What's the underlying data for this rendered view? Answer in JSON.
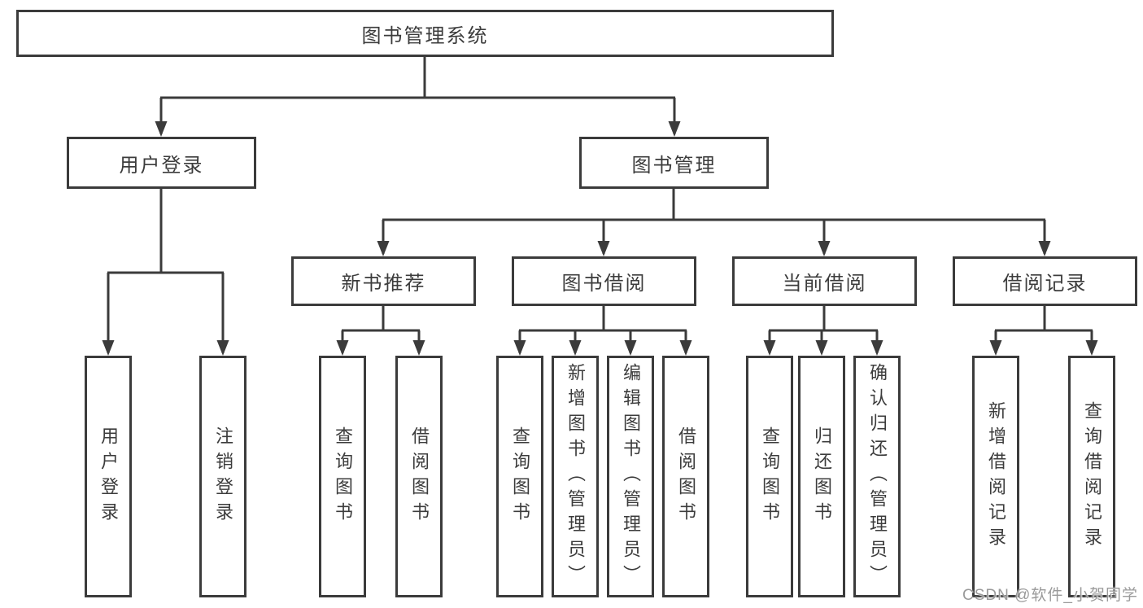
{
  "chart": {
    "type": "hierarchy-diagram",
    "root": {
      "label": "图书管理系统",
      "children": [
        {
          "label": "用户登录",
          "children": [
            {
              "label": "用户登录"
            },
            {
              "label": "注销登录"
            }
          ]
        },
        {
          "label": "图书管理",
          "children": [
            {
              "label": "新书推荐",
              "children": [
                {
                  "label": "查询图书"
                },
                {
                  "label": "借阅图书"
                }
              ]
            },
            {
              "label": "图书借阅",
              "children": [
                {
                  "label": "查询图书"
                },
                {
                  "label": "新增图书（管理员）"
                },
                {
                  "label": "编辑图书（管理员）"
                },
                {
                  "label": "借阅图书"
                }
              ]
            },
            {
              "label": "当前借阅",
              "children": [
                {
                  "label": "查询图书"
                },
                {
                  "label": "归还图书"
                },
                {
                  "label": "确认归还（管理员）"
                }
              ]
            },
            {
              "label": "借阅记录",
              "children": [
                {
                  "label": "新增借阅记录"
                },
                {
                  "label": "查询借阅记录"
                }
              ]
            }
          ]
        }
      ]
    }
  },
  "watermark": "CSDN @软件_小贺同学",
  "colors": {
    "line": "#3b3b3b",
    "box_border": "#3b3b3b",
    "box_fill": "#ffffff",
    "text": "#3c3c3c",
    "background": "#ffffff",
    "watermark": "#9a9a9a"
  }
}
